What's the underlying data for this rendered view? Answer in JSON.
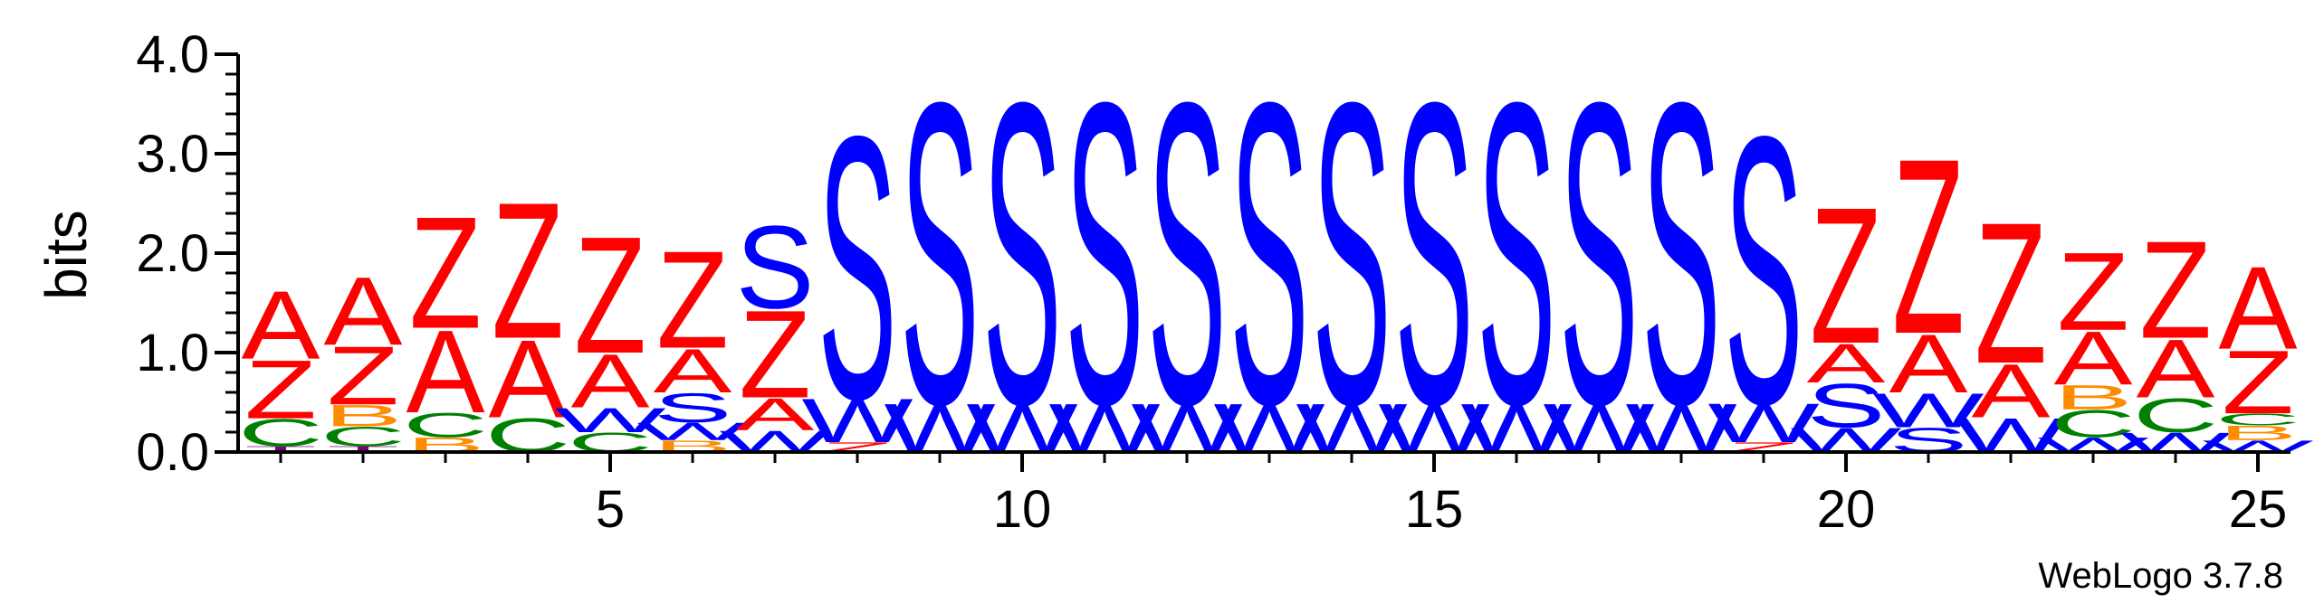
{
  "chart_data": {
    "type": "sequence-logo",
    "ylabel": "bits",
    "ylim": [
      0,
      4.0
    ],
    "yticks": [
      "0.0",
      "1.0",
      "2.0",
      "3.0",
      "4.0"
    ],
    "xticks": [
      "5",
      "10",
      "15",
      "20",
      "25"
    ],
    "xtick_positions": [
      5,
      10,
      15,
      20,
      25
    ],
    "credit": "WebLogo 3.7.8",
    "colors": {
      "A": "#ff0000",
      "Z": "#ff0000",
      "S": "#0000ff",
      "W": "#0000ff",
      "C": "#008000",
      "B": "#ff8c00",
      "T": "#800080"
    },
    "positions": [
      {
        "pos": 1,
        "stack": [
          {
            "l": "T",
            "h": 0.06
          },
          {
            "l": "C",
            "h": 0.28
          },
          {
            "l": "Z",
            "h": 0.6
          },
          {
            "l": "A",
            "h": 0.7
          }
        ]
      },
      {
        "pos": 2,
        "stack": [
          {
            "l": "T",
            "h": 0.06
          },
          {
            "l": "C",
            "h": 0.2
          },
          {
            "l": "B",
            "h": 0.22
          },
          {
            "l": "Z",
            "h": 0.6
          },
          {
            "l": "A",
            "h": 0.7
          }
        ]
      },
      {
        "pos": 3,
        "stack": [
          {
            "l": "B",
            "h": 0.15
          },
          {
            "l": "C",
            "h": 0.25
          },
          {
            "l": "A",
            "h": 0.85
          },
          {
            "l": "Z",
            "h": 1.15
          }
        ]
      },
      {
        "pos": 4,
        "stack": [
          {
            "l": "C",
            "h": 0.35
          },
          {
            "l": "A",
            "h": 0.8
          },
          {
            "l": "Z",
            "h": 1.4
          }
        ]
      },
      {
        "pos": 5,
        "stack": [
          {
            "l": "C",
            "h": 0.2
          },
          {
            "l": "W",
            "h": 0.25
          },
          {
            "l": "A",
            "h": 0.55
          },
          {
            "l": "Z",
            "h": 1.2
          }
        ]
      },
      {
        "pos": 6,
        "stack": [
          {
            "l": "B",
            "h": 0.12
          },
          {
            "l": "W",
            "h": 0.18
          },
          {
            "l": "S",
            "h": 0.3
          },
          {
            "l": "A",
            "h": 0.45
          },
          {
            "l": "Z",
            "h": 1.0
          }
        ]
      },
      {
        "pos": 7,
        "stack": [
          {
            "l": "W",
            "h": 0.22
          },
          {
            "l": "A",
            "h": 0.33
          },
          {
            "l": "Z",
            "h": 0.9
          },
          {
            "l": "S",
            "h": 0.85
          }
        ]
      },
      {
        "pos": 8,
        "stack": [
          {
            "l": "Z",
            "h": 0.1
          },
          {
            "l": "W",
            "h": 0.45
          },
          {
            "l": "S",
            "h": 2.7
          }
        ]
      },
      {
        "pos": 9,
        "stack": [
          {
            "l": "W",
            "h": 0.5
          },
          {
            "l": "S",
            "h": 3.1
          }
        ]
      },
      {
        "pos": 10,
        "stack": [
          {
            "l": "W",
            "h": 0.5
          },
          {
            "l": "S",
            "h": 3.1
          }
        ]
      },
      {
        "pos": 11,
        "stack": [
          {
            "l": "W",
            "h": 0.5
          },
          {
            "l": "S",
            "h": 3.1
          }
        ]
      },
      {
        "pos": 12,
        "stack": [
          {
            "l": "W",
            "h": 0.5
          },
          {
            "l": "S",
            "h": 3.1
          }
        ]
      },
      {
        "pos": 13,
        "stack": [
          {
            "l": "W",
            "h": 0.5
          },
          {
            "l": "S",
            "h": 3.1
          }
        ]
      },
      {
        "pos": 14,
        "stack": [
          {
            "l": "W",
            "h": 0.5
          },
          {
            "l": "S",
            "h": 3.1
          }
        ]
      },
      {
        "pos": 15,
        "stack": [
          {
            "l": "W",
            "h": 0.5
          },
          {
            "l": "S",
            "h": 3.1
          }
        ]
      },
      {
        "pos": 16,
        "stack": [
          {
            "l": "W",
            "h": 0.5
          },
          {
            "l": "S",
            "h": 3.1
          }
        ]
      },
      {
        "pos": 17,
        "stack": [
          {
            "l": "W",
            "h": 0.5
          },
          {
            "l": "S",
            "h": 3.1
          }
        ]
      },
      {
        "pos": 18,
        "stack": [
          {
            "l": "W",
            "h": 0.5
          },
          {
            "l": "S",
            "h": 3.1
          }
        ]
      },
      {
        "pos": 19,
        "stack": [
          {
            "l": "Z",
            "h": 0.1
          },
          {
            "l": "W",
            "h": 0.4
          },
          {
            "l": "S",
            "h": 2.75
          }
        ]
      },
      {
        "pos": 20,
        "stack": [
          {
            "l": "W",
            "h": 0.25
          },
          {
            "l": "S",
            "h": 0.45
          },
          {
            "l": "A",
            "h": 0.4
          },
          {
            "l": "Z",
            "h": 1.4
          }
        ]
      },
      {
        "pos": 21,
        "stack": [
          {
            "l": "S",
            "h": 0.25
          },
          {
            "l": "W",
            "h": 0.35
          },
          {
            "l": "A",
            "h": 0.6
          },
          {
            "l": "Z",
            "h": 1.8
          }
        ]
      },
      {
        "pos": 22,
        "stack": [
          {
            "l": "W",
            "h": 0.35
          },
          {
            "l": "A",
            "h": 0.55
          },
          {
            "l": "Z",
            "h": 1.45
          }
        ]
      },
      {
        "pos": 23,
        "stack": [
          {
            "l": "W",
            "h": 0.15
          },
          {
            "l": "C",
            "h": 0.28
          },
          {
            "l": "B",
            "h": 0.25
          },
          {
            "l": "A",
            "h": 0.55
          },
          {
            "l": "Z",
            "h": 0.8
          }
        ]
      },
      {
        "pos": 24,
        "stack": [
          {
            "l": "W",
            "h": 0.2
          },
          {
            "l": "C",
            "h": 0.35
          },
          {
            "l": "A",
            "h": 0.6
          },
          {
            "l": "Z",
            "h": 1.0
          }
        ]
      },
      {
        "pos": 25,
        "stack": [
          {
            "l": "W",
            "h": 0.12
          },
          {
            "l": "B",
            "h": 0.15
          },
          {
            "l": "C",
            "h": 0.12
          },
          {
            "l": "Z",
            "h": 0.65
          },
          {
            "l": "A",
            "h": 0.85
          }
        ]
      }
    ]
  }
}
